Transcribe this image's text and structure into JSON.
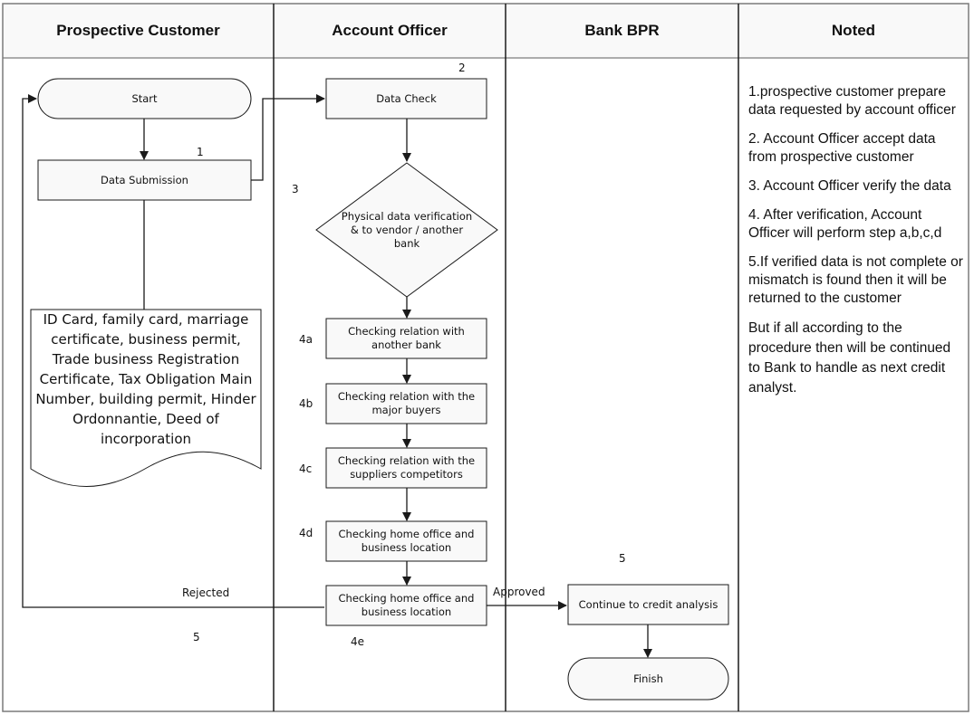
{
  "lanes": [
    "Prospective Customer",
    "Account Officer",
    "Bank BPR",
    "Noted"
  ],
  "nodes": {
    "start": "Start",
    "data_submission": "Data Submission",
    "data_check": "Data Check",
    "verification": "Physical data verification & to vendor / another bank",
    "check_4a": "Checking relation with another bank",
    "check_4b": "Checking relation with the major buyers",
    "check_4c": "Checking relation with the suppliers competitors",
    "check_4d": "Checking home office and business location",
    "check_4e": "Checking home office and business location",
    "continue": "Continue to credit analysis",
    "finish": "Finish"
  },
  "document": "ID Card, family card, marriage certificate, business permit, Trade business Registration Certificate, Tax Obligation Main Number, building permit, Hinder Ordonnantie, Deed of incorporation",
  "step_labels": {
    "s1": "1",
    "s2": "2",
    "s3": "3",
    "s4a": "4a",
    "s4b": "4b",
    "s4c": "4c",
    "s4d": "4d",
    "s4e": "4e",
    "s5_left": "5",
    "s5_right": "5"
  },
  "edge_labels": {
    "rejected": "Rejected",
    "approved": "Approved"
  },
  "notes": [
    "1.prospective customer prepare data requested by account officer",
    "2. Account Officer accept data from prospective customer",
    "3. Account Officer verify the data",
    "4. After verification, Account Officer will perform step a,b,c,d",
    "5.If verified data is not complete or mismatch is found then it will be returned to the customer",
    "But if  all according to the procedure then will be continued to Bank to handle as next credit analyst."
  ],
  "colors": {
    "line": "#1a1a1a",
    "node_fill": "#f9f9f9",
    "header_fill": "#f9f9f9",
    "border": "#7a7a7a"
  }
}
